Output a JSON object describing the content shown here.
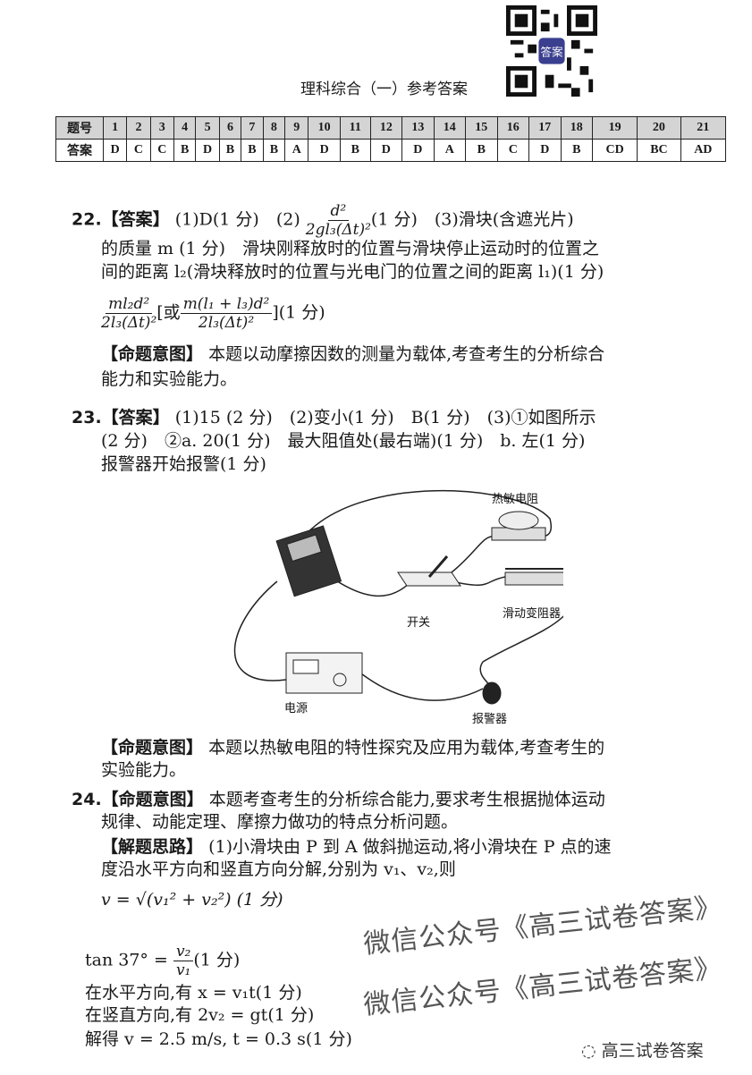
{
  "header": {
    "title": "理科综合（一）参考答案",
    "qr_label": "答案"
  },
  "answer_table": {
    "row_labels": [
      "题号",
      "答案"
    ],
    "numbers": [
      "1",
      "2",
      "3",
      "4",
      "5",
      "6",
      "7",
      "8",
      "9",
      "10",
      "11",
      "12",
      "13",
      "14",
      "15",
      "16",
      "17",
      "18",
      "19",
      "20",
      "21"
    ],
    "answers": [
      "D",
      "C",
      "C",
      "B",
      "D",
      "B",
      "B",
      "B",
      "A",
      "D",
      "B",
      "D",
      "D",
      "A",
      "B",
      "C",
      "D",
      "B",
      "CD",
      "BC",
      "AD"
    ]
  },
  "q22": {
    "head": "22.【答案】",
    "l1a": "(1)D(1 分)　(2)",
    "f1_num": "d²",
    "f1_den": "2gl₃(Δt)²",
    "l1b": "(1 分)　(3)滑块(含遮光片)",
    "l2": "的质量 m (1 分)　滑块刚释放时的位置与滑块停止运动时的位置之",
    "l3": "间的距离 l₂(滑块释放时的位置与光电门的位置之间的距离 l₁)(1 分)",
    "f2_num": "ml₂d²",
    "f2_den": "2l₃(Δt)²",
    "or": "[或",
    "f3_num": "m(l₁ + l₃)d²",
    "f3_den": "2l₃(Δt)²",
    "l4b": "](1 分)",
    "intent_label": "【命题意图】",
    "intent1": "本题以动摩擦因数的测量为载体,考查考生的分析综合",
    "intent2": "能力和实验能力。"
  },
  "q23": {
    "head": "23.【答案】",
    "l1": "(1)15 (2 分)　(2)变小(1 分)　B(1 分)　(3)①如图所示",
    "l2": "(2 分)　②a. 20(1 分)　最大阻值处(最右端)(1 分)　b. 左(1 分)",
    "l3": "报警器开始报警(1 分)",
    "diagram_labels": {
      "thermistor": "热敏电阻",
      "switch": "开关",
      "rheostat": "滑动变阻器",
      "power": "电源",
      "alarm": "报警器"
    },
    "intent_label": "【命题意图】",
    "intent1": "本题以热敏电阻的特性探究及应用为载体,考查考生的",
    "intent2": "实验能力。"
  },
  "q24": {
    "head": "24.【命题意图】",
    "intent1": "本题考查考生的分析综合能力,要求考生根据抛体运动",
    "intent2": "规律、动能定理、摩擦力做功的特点分析问题。",
    "idea_label": "【解题思路】",
    "idea1": "(1)小滑块由 P 到 A 做斜抛运动,将小滑块在 P 点的速",
    "idea2": "度沿水平方向和竖直方向分解,分别为 v₁、v₂,则",
    "eq1": "v = √(v₁² + v₂²) (1 分)",
    "eq2_left": "tan 37° =",
    "eq2_num": "v₂",
    "eq2_den": "v₁",
    "eq2_right": "(1 分)",
    "eq3": "在水平方向,有 x = v₁t(1 分)",
    "eq4": "在竖直方向,有 2v₂ = gt(1 分)",
    "eq5": "解得 v = 2.5 m/s, t = 0.3 s(1 分)"
  },
  "watermark": "微信公众号《高三试卷答案》",
  "logo": "高三试卷答案"
}
